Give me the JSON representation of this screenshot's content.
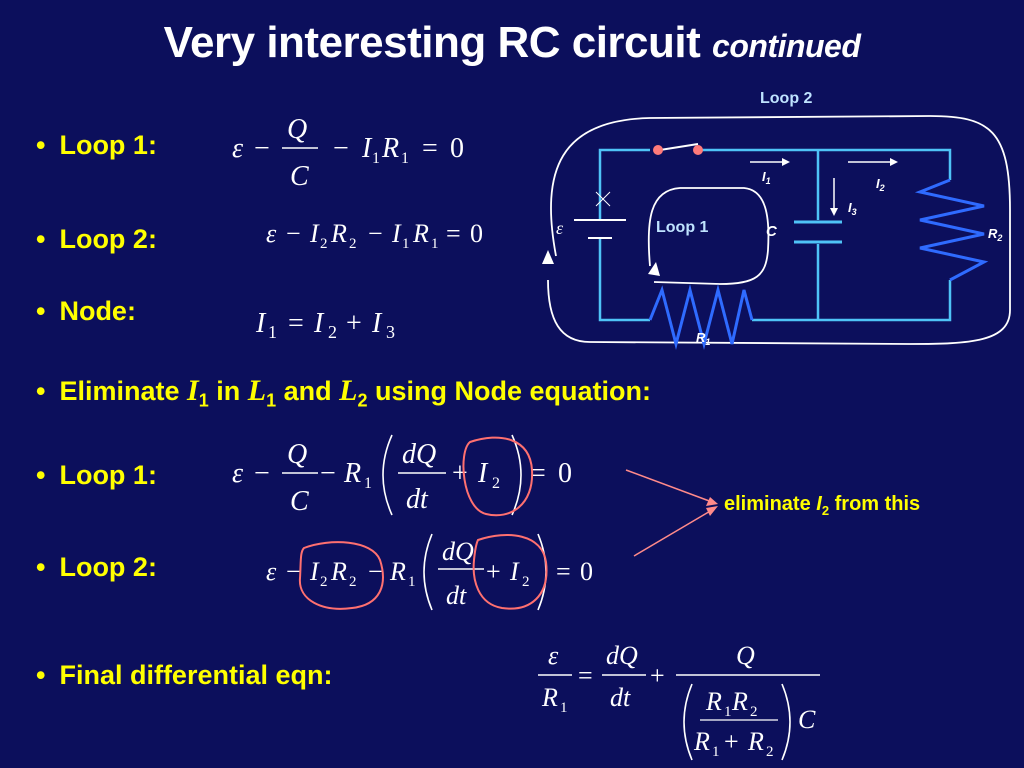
{
  "title": {
    "main": "Very interesting RC circuit",
    "suffix": "continued"
  },
  "bullets": {
    "loop1_a": "Loop 1:",
    "loop2_a": "Loop 2:",
    "node": "Node:",
    "eliminate": {
      "t1": "Eliminate",
      "v1": "I",
      "s1": "1",
      "t2": "in",
      "v2": "L",
      "s2": "1",
      "t3": "and",
      "v3": "L",
      "s3": "2",
      "t4": "using Node equation:"
    },
    "loop1_b": "Loop 1:",
    "loop2_b": "Loop 2:",
    "final": "Final differential eqn:"
  },
  "note": {
    "pre": "eliminate",
    "var": "I",
    "sub": "2",
    "post": "from this"
  },
  "circuit": {
    "loop2_label": "Loop 2",
    "loop1_label": "Loop 1",
    "emf": "ε",
    "cap": "C",
    "r1": "R",
    "r1_sub": "1",
    "r2": "R",
    "r2_sub": "2",
    "i1": "I",
    "i1_sub": "1",
    "i2": "I",
    "i2_sub": "2",
    "i3": "I",
    "i3_sub": "3"
  },
  "colors": {
    "background": "#0c0f5c",
    "bullet": "#ffff00",
    "wire": "#4fc3f7",
    "resistor": "#2f6bff",
    "annotation": "#ff6f6f"
  }
}
